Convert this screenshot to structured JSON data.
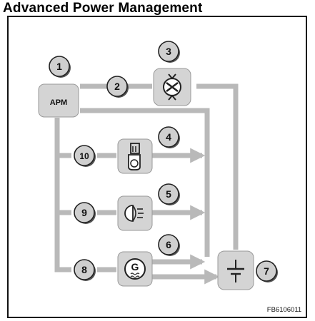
{
  "title": "Advanced Power Management",
  "apm_label": "APM",
  "figure_code": "FB6106011",
  "callouts": [
    "1",
    "2",
    "3",
    "4",
    "5",
    "6",
    "7",
    "8",
    "9",
    "10"
  ],
  "colors": {
    "connector": "#b9b9b9",
    "box_fill": "#d4d4d4",
    "callout_fill": "#cfcfcf",
    "outline": "#222222"
  },
  "components": [
    {
      "id": "apm",
      "icon": "apm-box"
    },
    {
      "id": "3",
      "icon": "alternator-icon"
    },
    {
      "id": "4",
      "icon": "heater-plug-icon"
    },
    {
      "id": "5",
      "icon": "headlamp-icon"
    },
    {
      "id": "6",
      "icon": "generator-icon"
    },
    {
      "id": "7",
      "icon": "battery-icon"
    }
  ]
}
